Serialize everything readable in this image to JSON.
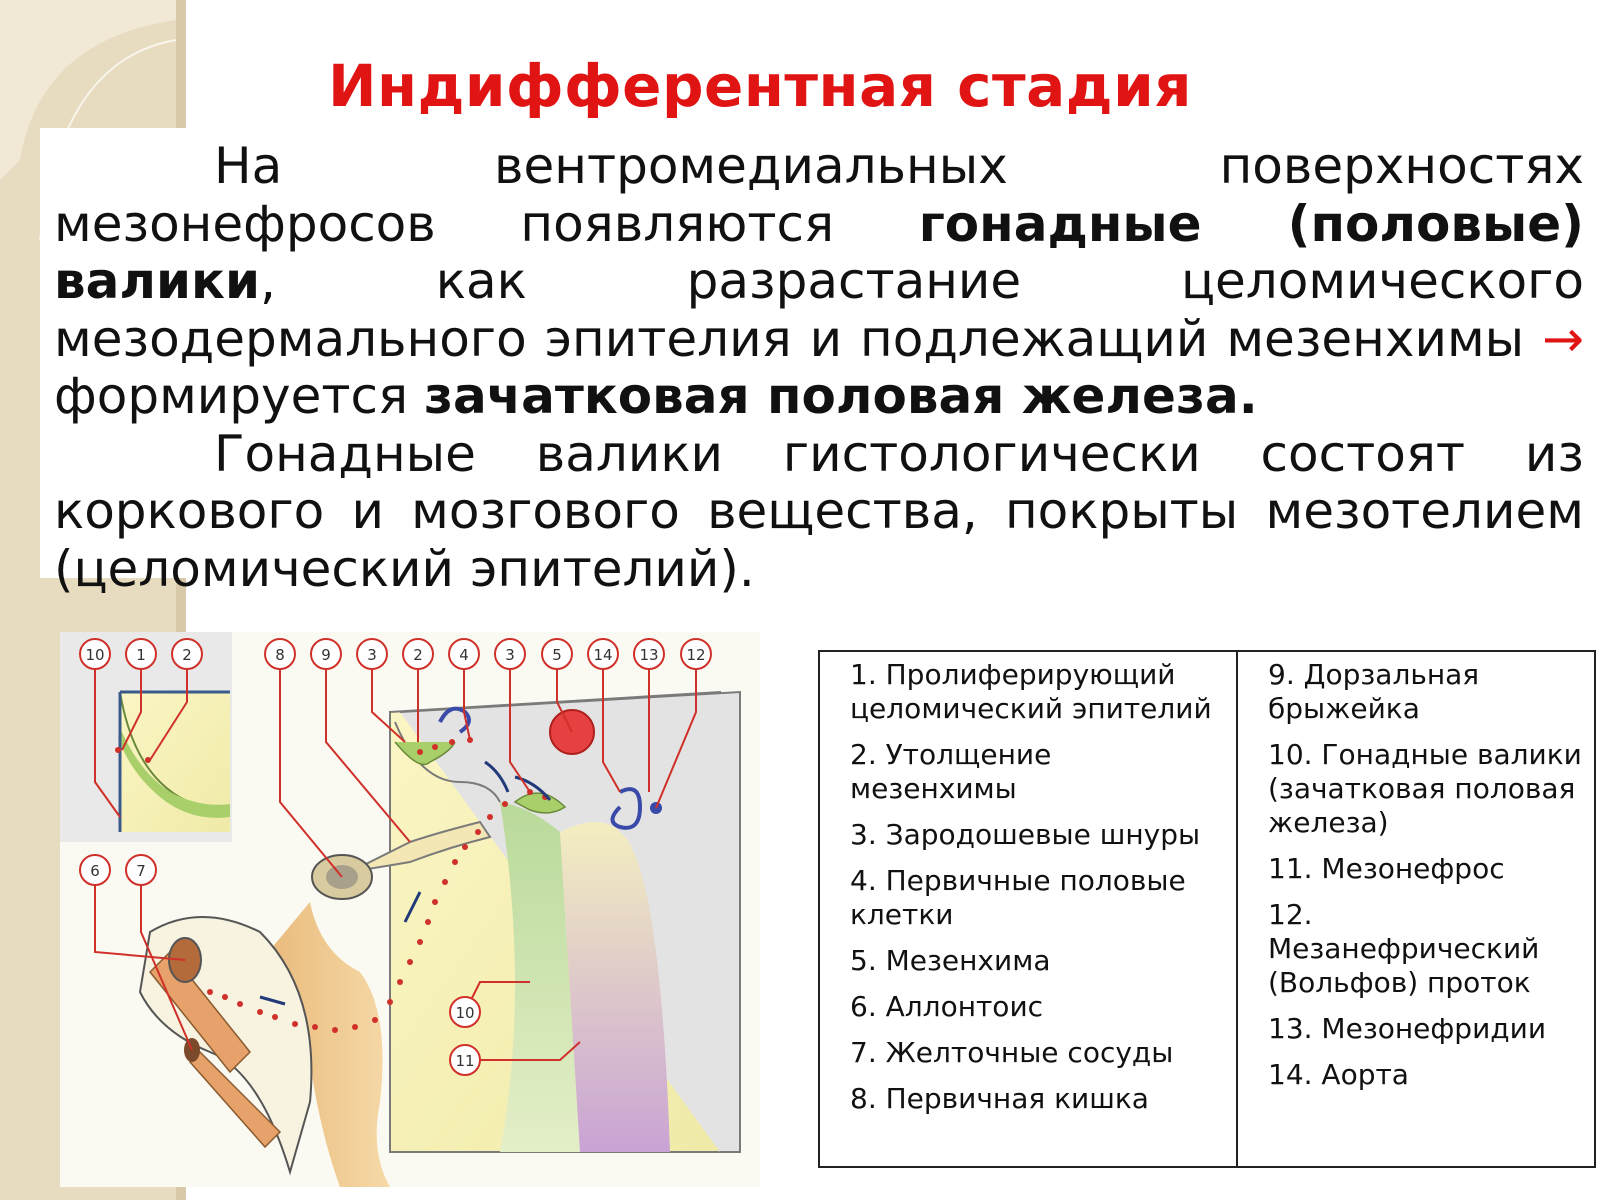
{
  "title": "Индифферентная стадия",
  "paragraph1": {
    "t1": "На вентромедиальных поверхностях мезонефросов появляются ",
    "b1": "гонадные (половые) валики",
    "t2": ", как разрастание целомического мезодермального эпителия и подлежащий мезенхимы ",
    "arrow": "→",
    "t3": " формируется ",
    "b2": "зачатковая половая железа."
  },
  "paragraph2": "Гонадные валики гистологически состоят из коркового и мозгового вещества, покрыты мезотелием (целомический эпителий).",
  "diagram": {
    "callouts_top_left": [
      "10",
      "1",
      "2"
    ],
    "callouts_top_main": [
      "8",
      "9",
      "3",
      "2",
      "4",
      "3",
      "5",
      "14",
      "13",
      "12"
    ],
    "callouts_mid_left": [
      "6",
      "7"
    ],
    "callouts_bottom": [
      "10",
      "11"
    ]
  },
  "legend": {
    "left": [
      "1. Пролиферирующий целомический эпителий",
      "2. Утолщение мезенхимы",
      "3. Зародошевые шнуры",
      "4. Первичные половые клетки",
      "5. Мезенхима",
      "6. Аллонтоис",
      "7. Желточные сосуды",
      "8. Первичная кишка"
    ],
    "right": [
      "9. Дорзальная брыжейка",
      "10. Гонадные валики (зачатковая половая железа)",
      "11. Мезонефрос",
      "12. Мезанефрический (Вольфов) проток",
      "13. Мезонефридии",
      "14. Аорта"
    ]
  },
  "colors": {
    "title": "#e11414",
    "arrow": "#e11414",
    "callout": "#d0302a"
  }
}
